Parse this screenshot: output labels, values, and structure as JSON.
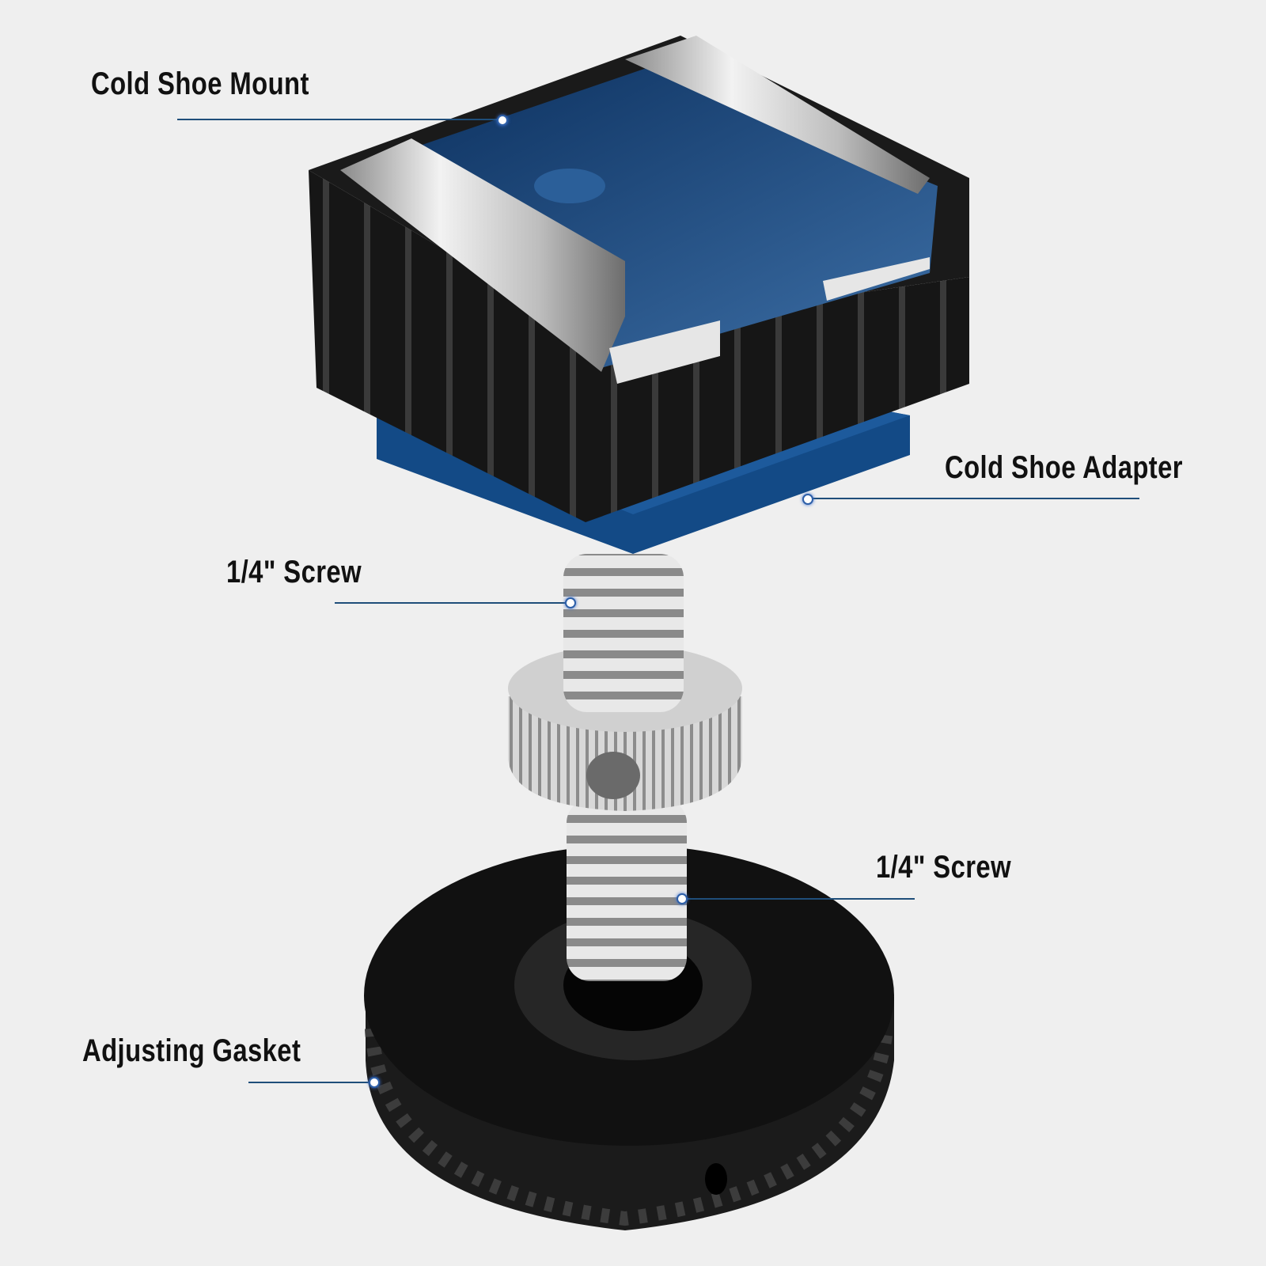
{
  "labels": {
    "cold_shoe_mount": "Cold Shoe Mount",
    "cold_shoe_adapter": "Cold Shoe Adapter",
    "screw_top": "1/4\" Screw",
    "screw_bottom": "1/4\" Screw",
    "adjusting_gasket": "Adjusting Gasket"
  },
  "colors": {
    "background": "#efefef",
    "leader_line": "#1f4e7a",
    "mount_blue": "#0d3a6e",
    "adapter_blue": "#134a86",
    "body_black": "#1a1a1a",
    "metal": "#c8c8c8"
  }
}
